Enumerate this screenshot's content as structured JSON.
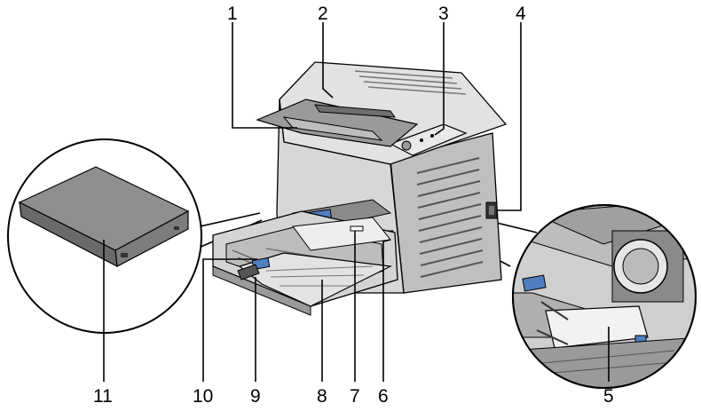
{
  "callouts": [
    {
      "id": "1",
      "label": "1"
    },
    {
      "id": "2",
      "label": "2"
    },
    {
      "id": "3",
      "label": "3"
    },
    {
      "id": "4",
      "label": "4"
    },
    {
      "id": "5",
      "label": "5"
    },
    {
      "id": "6",
      "label": "6"
    },
    {
      "id": "7",
      "label": "7"
    },
    {
      "id": "8",
      "label": "8"
    },
    {
      "id": "9",
      "label": "9"
    },
    {
      "id": "10",
      "label": "10"
    },
    {
      "id": "11",
      "label": "11"
    }
  ],
  "colors": {
    "body": "#d9d9d9",
    "body_dark": "#9a9a9a",
    "body_shadow": "#6e6e6e",
    "accent_blue": "#4f7fc0",
    "outline": "#000000"
  }
}
